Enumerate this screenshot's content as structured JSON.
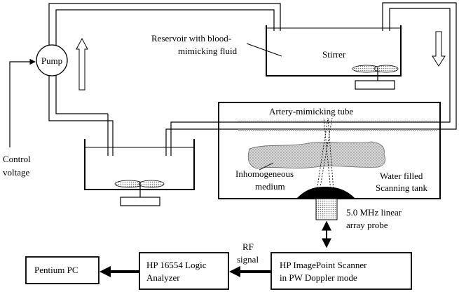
{
  "labels": {
    "pump": "Pump",
    "reservoir_line1": "Reservoir with blood-",
    "reservoir_line2": "mimicking fluid",
    "stirrer": "Stirrer",
    "control_line1": "Control",
    "control_line2": "voltage",
    "artery_tube": "Artery-mimicking tube",
    "inhomog_line1": "Inhomogeneous",
    "inhomog_line2": "medium",
    "water_line1": "Water filled",
    "water_line2": "Scanning tank",
    "probe_line1": "5.0 MHz linear",
    "probe_line2": "array probe",
    "rf_line1": "RF",
    "rf_line2": "signal"
  },
  "boxes": {
    "pc": "Pentium PC",
    "analyzer_line1": "HP 16554 Logic",
    "analyzer_line2": "Analyzer",
    "scanner_line1": "HP ImagePoint Scanner",
    "scanner_line2": "in PW Doppler mode"
  },
  "colors": {
    "line": "#000000",
    "medium_fill": "#c8c8c8",
    "stipple": "#9a9a9a"
  }
}
